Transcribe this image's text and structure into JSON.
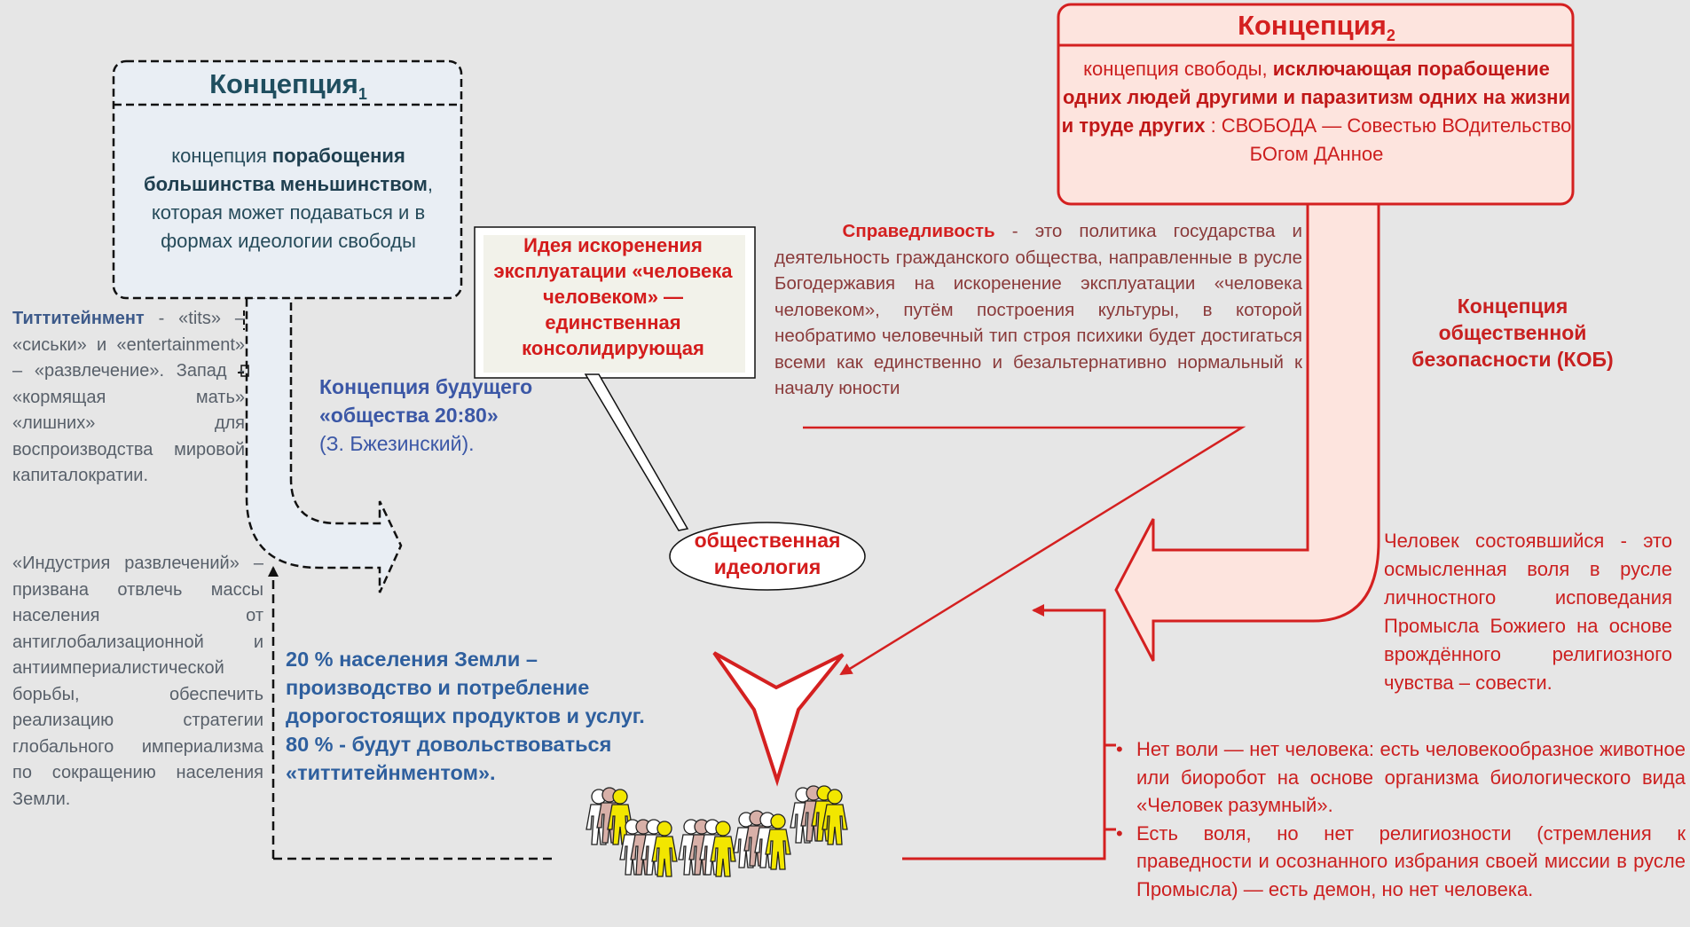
{
  "concept1": {
    "title": "Концепция",
    "title_sub": "1",
    "body_pre": "концепция ",
    "body_bold": "порабощения большинства меньшинством",
    "body_post": ", которая может подаваться и в формах идеологии свободы"
  },
  "concept2": {
    "title": "Концепция",
    "title_sub": "2",
    "body_pre": "концепция свободы, ",
    "body_bold": "исключающая порабощение одних людей другими и паразитизм одних на жизни и труде других",
    "body_post": " : СВОБОДА — Совестью ВОдительство БОгом ДАнное"
  },
  "idea_box": {
    "text": "Идея искоренения эксплуатации «человека человеком» — единственная консолидирующая"
  },
  "ideology_bubble": {
    "text": "общественная идеология"
  },
  "justice": {
    "term": "Справедливость",
    "text": " - это политика государства и деятельность гражданского общества, направленные в русле Богодержавия на искоренение эксплуатации «человека человеком», путём построения культуры, в которой необратимо человечный тип строя психики будет достигаться всеми как единственно и безальтернативно нормальный к началу юности"
  },
  "kob": {
    "text": "Концепция общественной безопасности (КОБ)"
  },
  "tittitainment": {
    "term": "Титтитейнмент",
    "text": " - «tits» – «сиськи» и «entertainment» – «развлечение». Запад - «кормящая мать» «лишних» для воспроизводства мировой капиталократии."
  },
  "industry": {
    "text": "«Индустрия развлечений» – призвана отвлечь массы населения от антиглобализационной и антиимпериалистической борьбы, обеспечить реализацию стратегии глобального империализма по сокращению населения Земли."
  },
  "future_concept": {
    "bold": "Концепция будущего «общества 20:80»",
    "author": "(З. Бжезинский)."
  },
  "population": {
    "line1": "20 % населения Земли – производство и потребление дорогостоящих продуктов и услуг.",
    "line2": "80 % - будут довольствоваться «титтитейнментом»."
  },
  "person": {
    "text": "Человек состоявшийся - это осмысленная воля в русле личностного исповедания Промысла Божиего на основе врождённого религиозного чувства – совести."
  },
  "bullets": [
    "Нет воли — нет человека: есть человекообразное животное или биоробот на основе организма биологического вида «Человек разумный».",
    "Есть воля, но нет религиозности (стремления к праведности и осознанного избрания своей миссии в русле Промысла) — есть демон, но нет человека."
  ],
  "colors": {
    "background": "#e6e6e6",
    "concept2_fill": "#fde4de",
    "concept1_fill": "#e9eef4",
    "red": "#d42020",
    "blue_text": "#2e5f9e"
  }
}
